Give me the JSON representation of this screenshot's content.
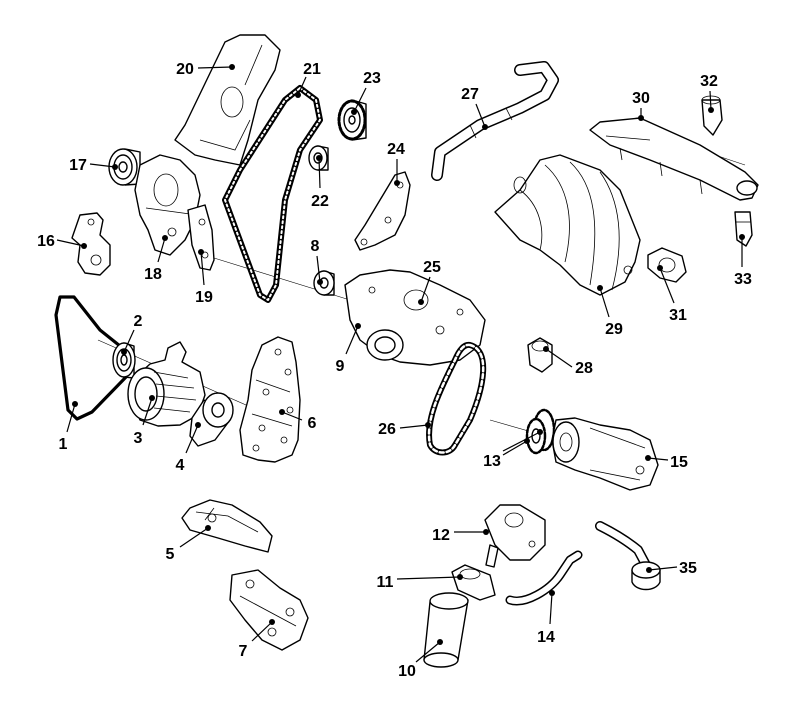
{
  "colors": {
    "line": "#000000",
    "background": "#ffffff"
  },
  "callouts": [
    {
      "label": "1"
    },
    {
      "label": "2"
    },
    {
      "label": "3"
    },
    {
      "label": "4"
    },
    {
      "label": "5"
    },
    {
      "label": "6"
    },
    {
      "label": "7"
    },
    {
      "label": "8"
    },
    {
      "label": "9"
    },
    {
      "label": "10"
    },
    {
      "label": "11"
    },
    {
      "label": "12"
    },
    {
      "label": "13"
    },
    {
      "label": "14"
    },
    {
      "label": "15"
    },
    {
      "label": "16"
    },
    {
      "label": "17"
    },
    {
      "label": "18"
    },
    {
      "label": "19"
    },
    {
      "label": "20"
    },
    {
      "label": "21"
    },
    {
      "label": "22"
    },
    {
      "label": "23"
    },
    {
      "label": "24"
    },
    {
      "label": "25"
    },
    {
      "label": "26"
    },
    {
      "label": "27"
    },
    {
      "label": "28"
    },
    {
      "label": "29"
    },
    {
      "label": "30"
    },
    {
      "label": "31"
    },
    {
      "label": "32"
    },
    {
      "label": "33"
    },
    {
      "label": "35"
    }
  ]
}
